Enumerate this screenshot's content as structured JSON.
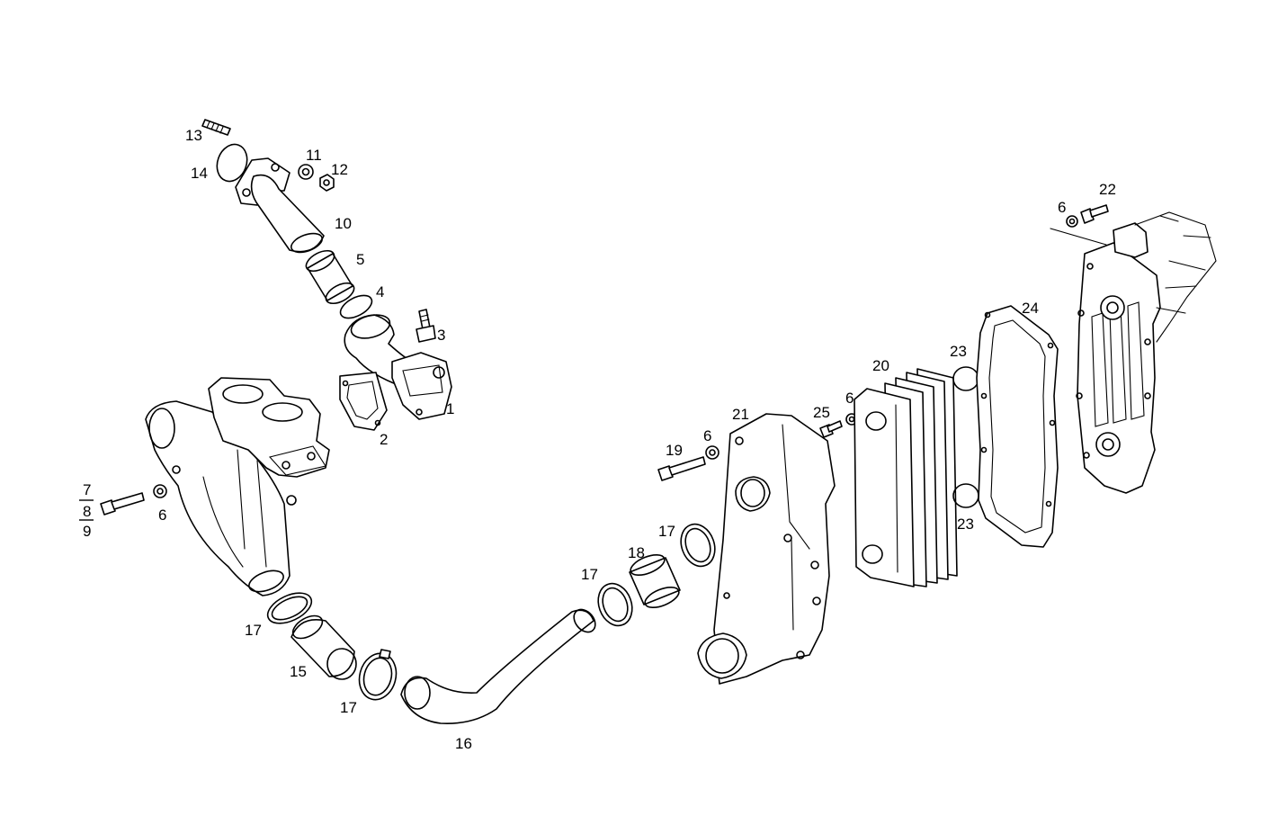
{
  "callouts": {
    "c1": "1",
    "c2": "2",
    "c3": "3",
    "c4": "4",
    "c5": "5",
    "c6a": "6",
    "c6b": "6",
    "c6c": "6",
    "c6d": "6",
    "c7": "7",
    "c8": "8",
    "c9": "9",
    "c10": "10",
    "c11": "11",
    "c12": "12",
    "c13": "13",
    "c14": "14",
    "c15": "15",
    "c16": "16",
    "c17a": "17",
    "c17b": "17",
    "c17c": "17",
    "c17d": "17",
    "c18": "18",
    "c19": "19",
    "c20": "20",
    "c21": "21",
    "c22": "22",
    "c23a": "23",
    "c23b": "23",
    "c24": "24",
    "c25": "25"
  }
}
